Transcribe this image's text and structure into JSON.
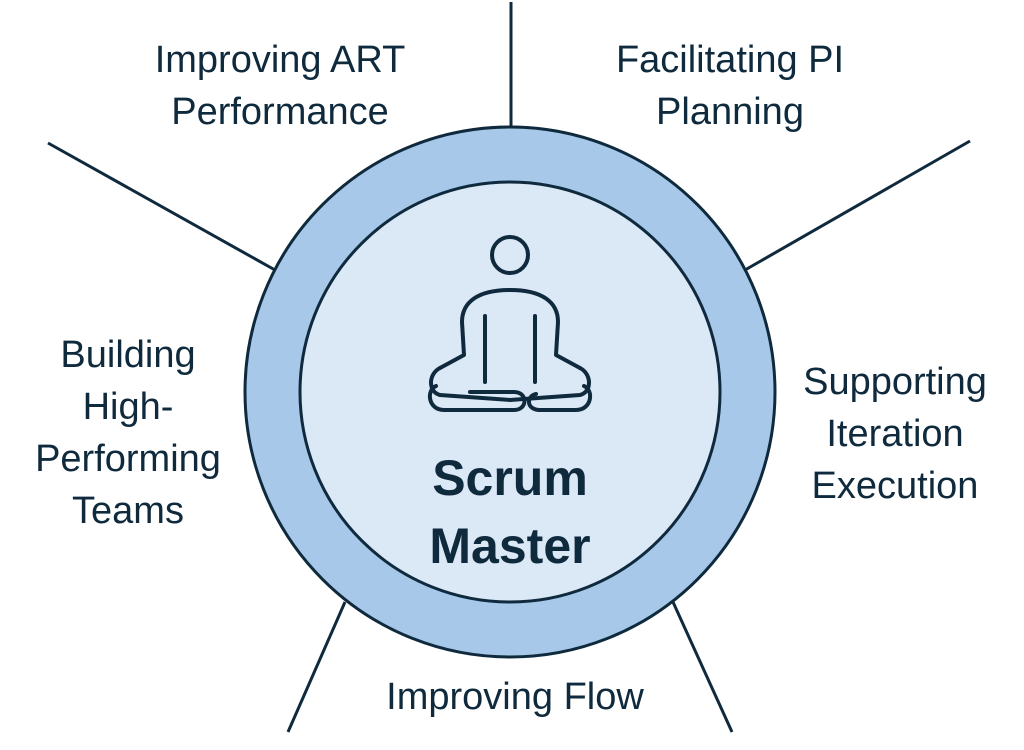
{
  "colors": {
    "outline": "#0f2a3d",
    "outer_ring": "#a8c8ea",
    "inner_circle": "#dbe8f6",
    "text": "#0f2a3d"
  },
  "center": {
    "icon": "meditating-person-icon",
    "title_line1": "Scrum",
    "title_line2": "Master"
  },
  "responsibilities": {
    "top_left": {
      "line1": "Improving ART",
      "line2": "Performance"
    },
    "top_right": {
      "line1": "Facilitating PI",
      "line2": "Planning"
    },
    "left": {
      "line1": "Building",
      "line2": "High-",
      "line3": "Performing",
      "line4": "Teams"
    },
    "right": {
      "line1": "Supporting",
      "line2": "Iteration",
      "line3": "Execution"
    },
    "bottom": {
      "line1": "Improving Flow"
    }
  }
}
